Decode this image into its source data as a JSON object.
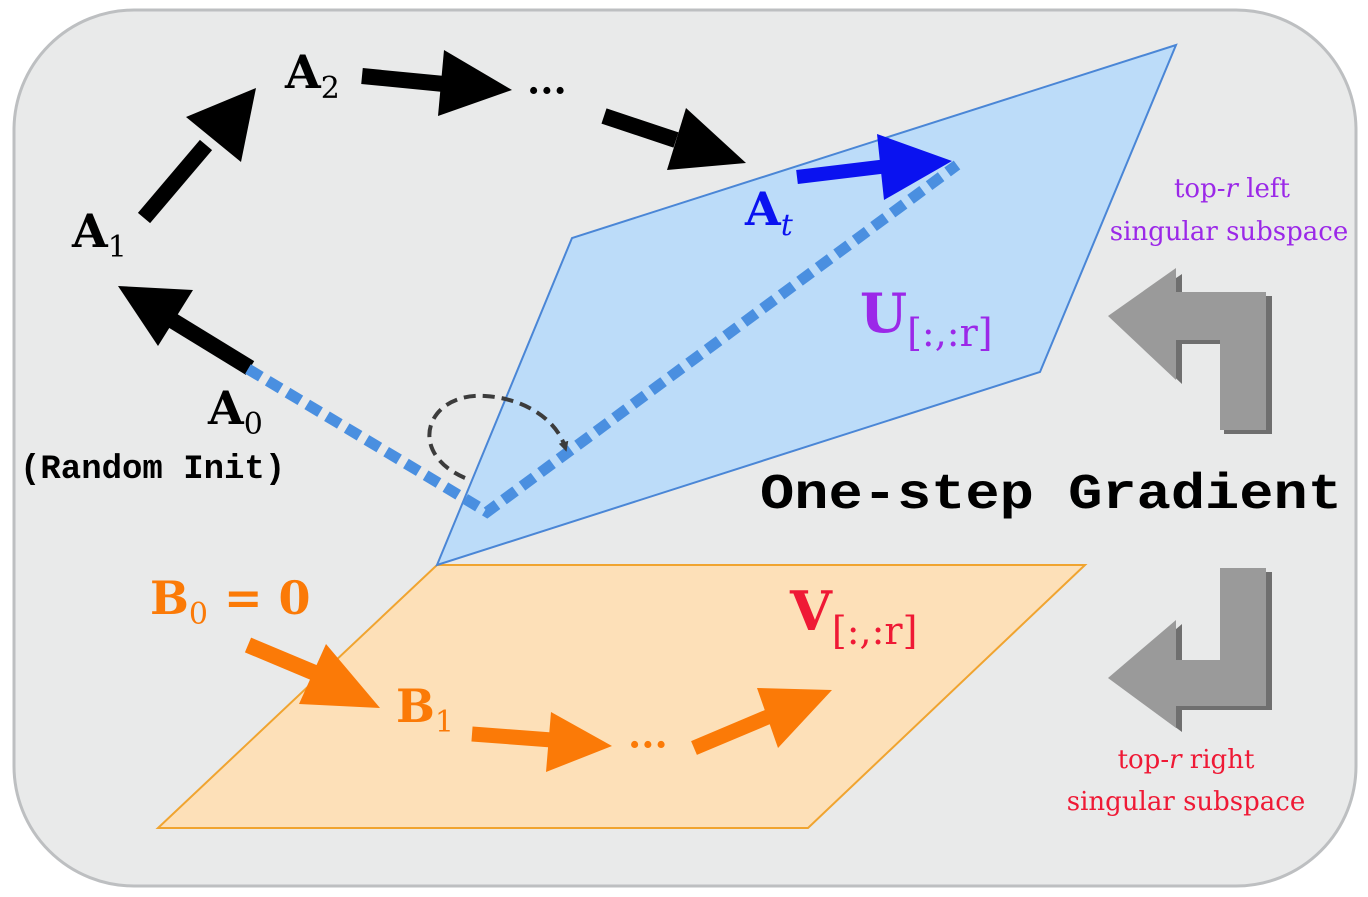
{
  "colors": {
    "panel": "#e9eaea",
    "panel_border": "#bdbfc1",
    "plane_u_fill": "#bcdcf9",
    "plane_u_stroke": "#4a86d6",
    "plane_v_fill": "#fde0b8",
    "plane_v_stroke": "#f0a430",
    "black_arrow": "#000000",
    "a_t_arrow": "#0a12f0",
    "dotted_path": "#4a8fe0",
    "orange": "#fb7a07",
    "purple": "#9b28e8",
    "red": "#ef1935",
    "gray_arrow": "#9a9a9a",
    "gray_arrow_shadow": "#6f6f6f"
  },
  "labels": {
    "a0_main": "A",
    "a0_sub": "0",
    "random_init": "(Random Init)",
    "a1_main": "A",
    "a1_sub": "1",
    "a2_main": "A",
    "a2_sub": "2",
    "a_ellipsis": "···",
    "at_main": "A",
    "at_sub": "t",
    "u_main": "U",
    "u_sub": "[:,:r]",
    "v_main": "V",
    "v_sub": "[:,:r]",
    "b0_main": "B",
    "b0_sub": "0",
    "b0_rest": " = 0",
    "b1_main": "B",
    "b1_sub": "1",
    "b_ellipsis": "···",
    "one_step": "One-step Gradient",
    "top_left_1a": "top-",
    "top_left_1r": "r",
    "top_left_1b": " left",
    "top_left_2": "singular subspace",
    "top_right_1a": "top-",
    "top_right_1r": "r",
    "top_right_1b": " right",
    "top_right_2": "singular subspace"
  }
}
